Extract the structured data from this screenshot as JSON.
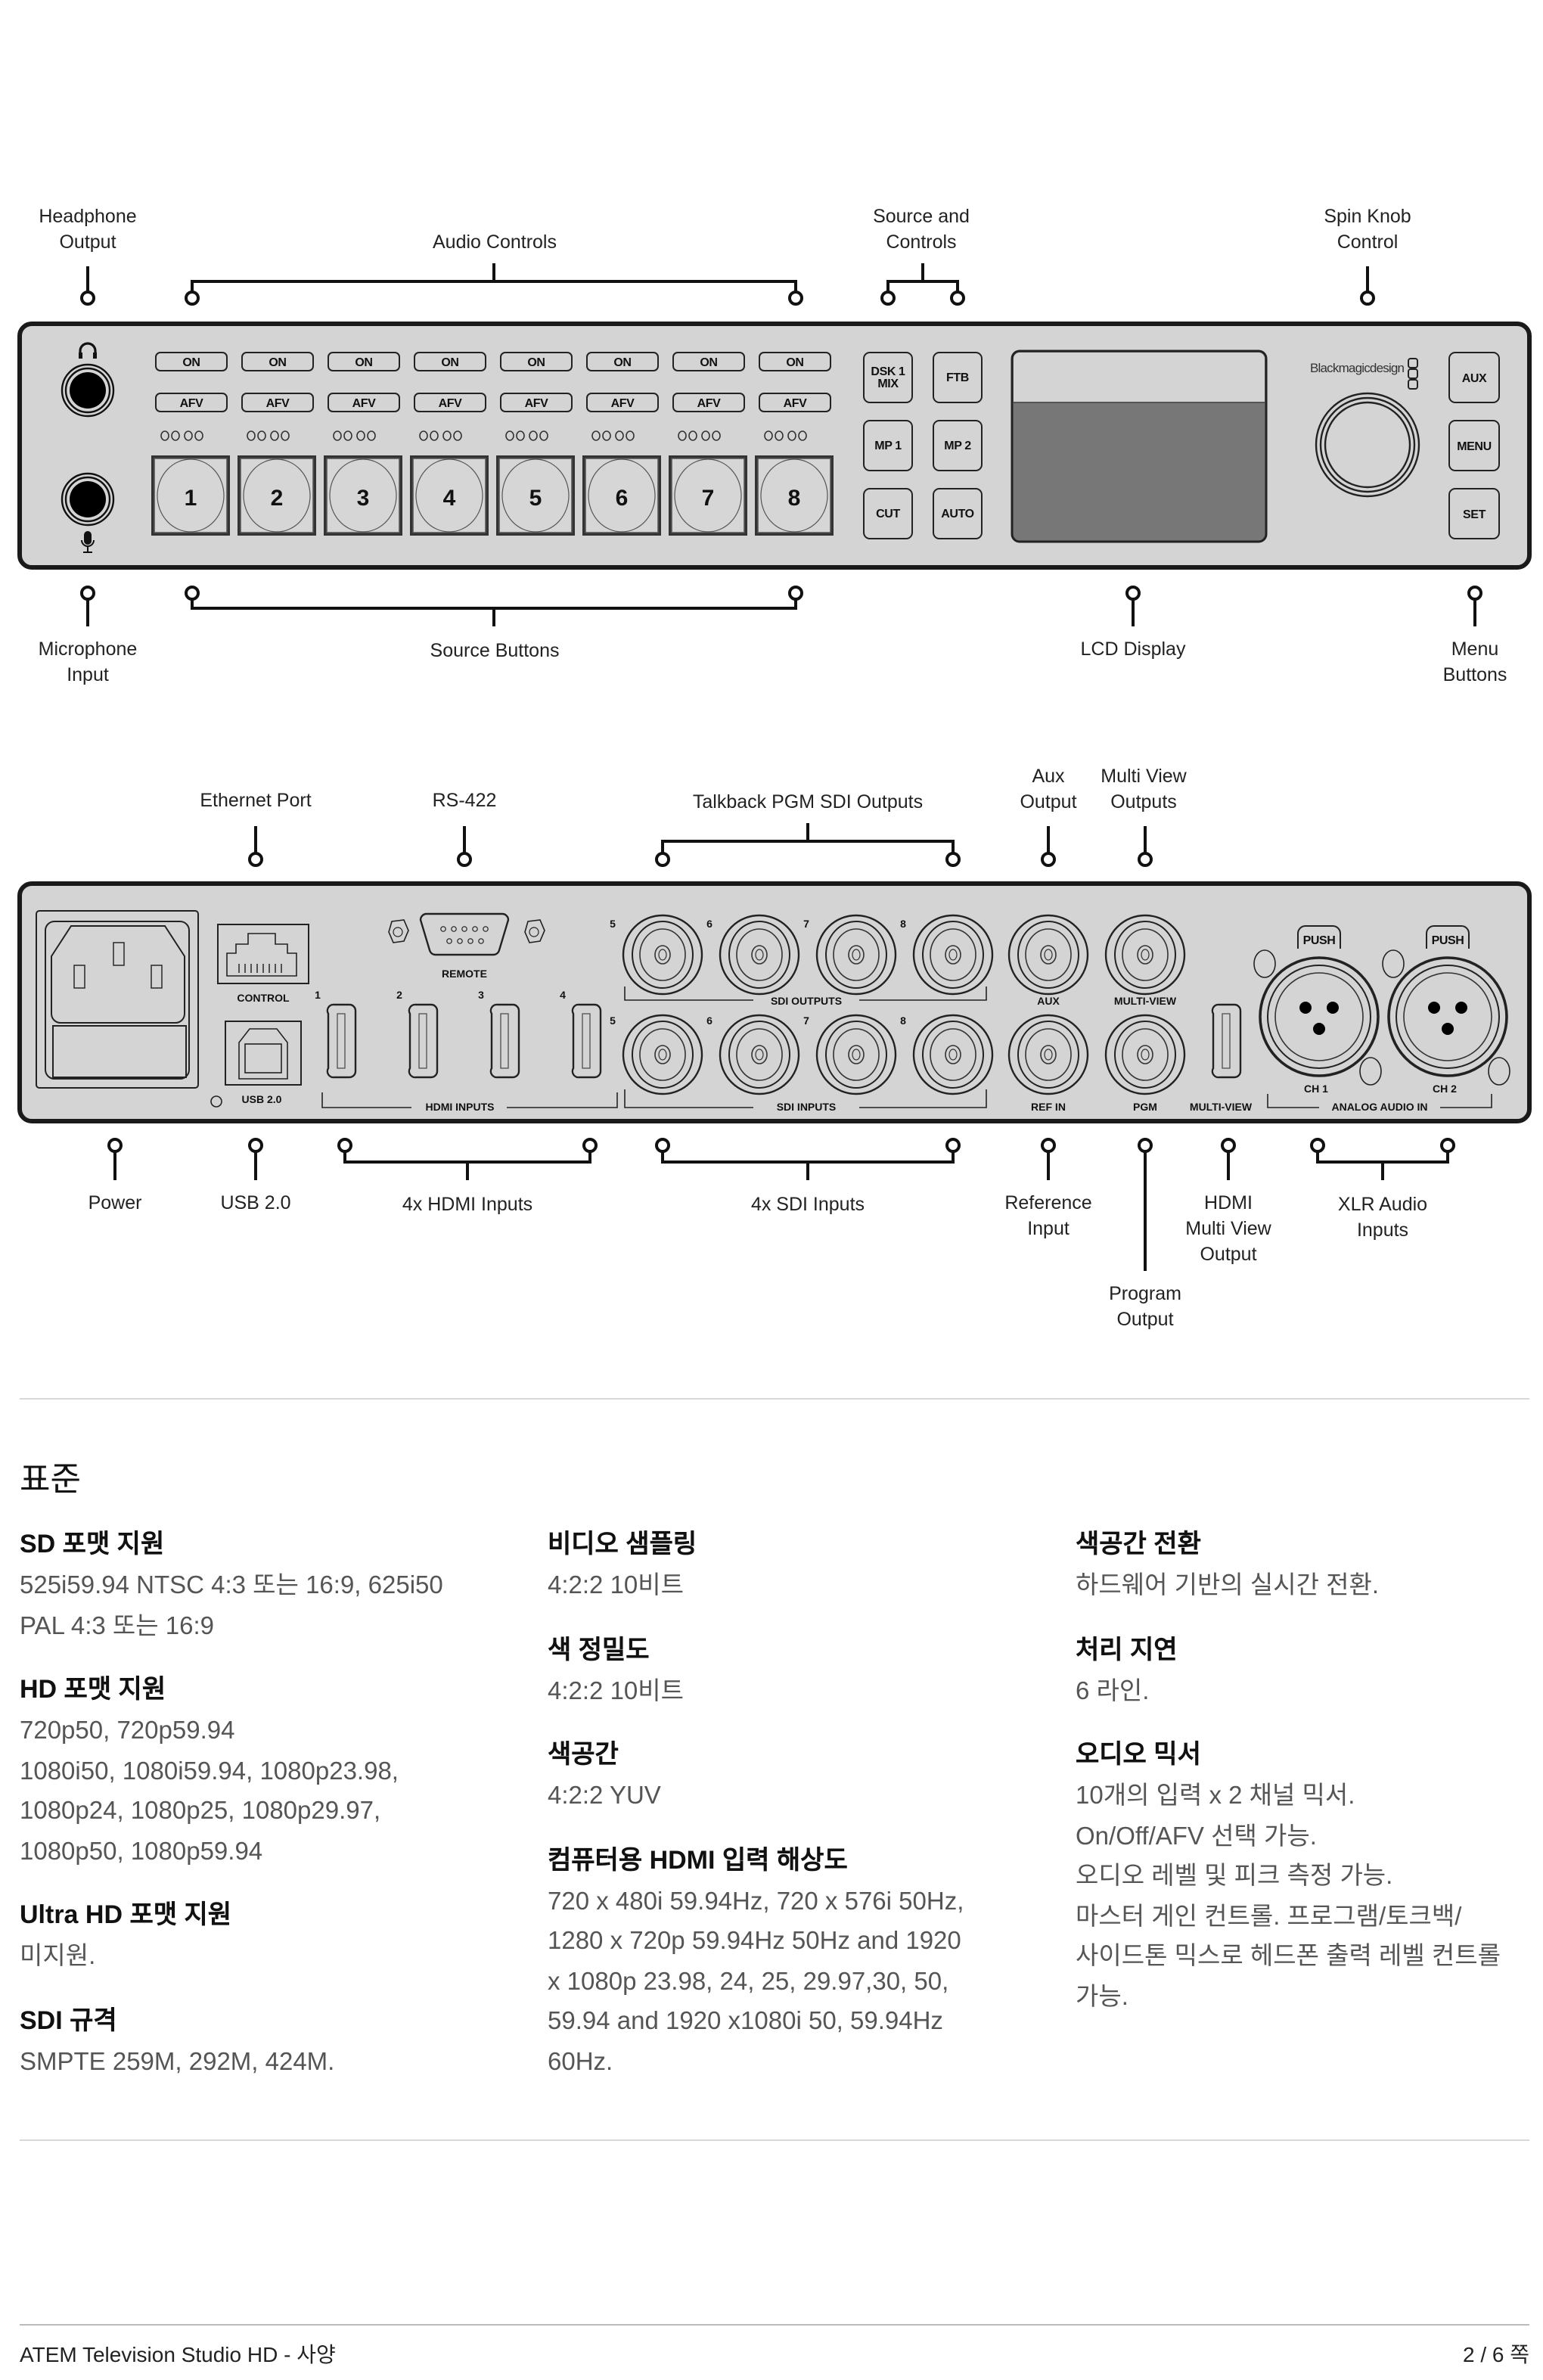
{
  "front_panel": {
    "callouts": {
      "headphone": [
        "Headphone",
        "Output"
      ],
      "audio_controls": "Audio Controls",
      "source_controls": [
        "Source and",
        "Controls"
      ],
      "spin_knob": [
        "Spin Knob",
        "Control"
      ],
      "microphone": [
        "Microphone",
        "Input"
      ],
      "source_buttons": "Source Buttons",
      "lcd": "LCD Display",
      "menu_buttons": [
        "Menu",
        "Buttons"
      ]
    },
    "channels": [
      {
        "on": "ON",
        "afv": "AFV",
        "num": "1"
      },
      {
        "on": "ON",
        "afv": "AFV",
        "num": "2"
      },
      {
        "on": "ON",
        "afv": "AFV",
        "num": "3"
      },
      {
        "on": "ON",
        "afv": "AFV",
        "num": "4"
      },
      {
        "on": "ON",
        "afv": "AFV",
        "num": "5"
      },
      {
        "on": "ON",
        "afv": "AFV",
        "num": "6"
      },
      {
        "on": "ON",
        "afv": "AFV",
        "num": "7"
      },
      {
        "on": "ON",
        "afv": "AFV",
        "num": "8"
      }
    ],
    "control_buttons": [
      {
        "lines": [
          "DSK 1",
          "MIX"
        ]
      },
      {
        "lines": [
          "FTB"
        ]
      },
      {
        "lines": [
          "MP 1"
        ]
      },
      {
        "lines": [
          "MP 2"
        ]
      },
      {
        "lines": [
          "CUT"
        ]
      },
      {
        "lines": [
          "AUTO"
        ]
      }
    ],
    "brand": "Blackmagicdesign",
    "menu_buttons": [
      "AUX",
      "MENU",
      "SET"
    ]
  },
  "rear_panel": {
    "callouts": {
      "ethernet": "Ethernet Port",
      "rs422": "RS-422",
      "talkback": "Talkback PGM SDI Outputs",
      "aux_output": [
        "Aux",
        "Output"
      ],
      "multiview_outputs": [
        "Multi View",
        "Outputs"
      ],
      "power": "Power",
      "usb": "USB 2.0",
      "hdmi_inputs": "4x HDMI Inputs",
      "sdi_inputs": "4x SDI Inputs",
      "reference": [
        "Reference",
        "Input"
      ],
      "hdmi_multiview": [
        "HDMI",
        "Multi View",
        "Output"
      ],
      "program": [
        "Program",
        "Output"
      ],
      "xlr": [
        "XLR Audio",
        "Inputs"
      ]
    },
    "panel_labels": {
      "control": "CONTROL",
      "usb": "USB 2.0",
      "remote": "REMOTE",
      "hdmi_inputs": "HDMI INPUTS",
      "sdi_outputs": "SDI OUTPUTS",
      "sdi_inputs": "SDI INPUTS",
      "aux": "AUX",
      "multiview_top": "MULTI-VIEW",
      "ref_in": "REF IN",
      "pgm": "PGM",
      "multiview_hdmi": "MULTI-VIEW",
      "push": "PUSH",
      "ch1": "CH 1",
      "ch2": "CH 2",
      "analog_audio_in": "ANALOG AUDIO IN"
    },
    "hdmi_numbers": [
      "1",
      "2",
      "3",
      "4"
    ],
    "sdi_numbers": [
      "5",
      "6",
      "7",
      "8"
    ]
  },
  "specs": {
    "title": "표준",
    "columns": [
      [
        {
          "title": "SD 포맷 지원",
          "lines": [
            "525i59.94 NTSC 4:3 또는 16:9, 625i50",
            "PAL 4:3 또는 16:9"
          ]
        },
        {
          "title": "HD 포맷 지원",
          "lines": [
            "720p50, 720p59.94",
            "1080i50, 1080i59.94, 1080p23.98,",
            "1080p24, 1080p25, 1080p29.97,",
            "1080p50, 1080p59.94"
          ]
        },
        {
          "title": "Ultra HD 포맷 지원",
          "lines": [
            "미지원."
          ]
        },
        {
          "title": "SDI 규격",
          "lines": [
            "SMPTE 259M, 292M, 424M."
          ]
        }
      ],
      [
        {
          "title": "비디오 샘플링",
          "lines": [
            "4:2:2 10비트"
          ]
        },
        {
          "title": "색 정밀도",
          "lines": [
            "4:2:2 10비트"
          ]
        },
        {
          "title": "색공간",
          "lines": [
            "4:2:2 YUV"
          ]
        },
        {
          "title": "컴퓨터용 HDMI 입력 해상도",
          "lines": [
            "720 x 480i 59.94Hz, 720 x 576i 50Hz,",
            "1280 x 720p 59.94Hz 50Hz and 1920",
            "x 1080p 23.98, 24, 25, 29.97,30, 50,",
            "59.94 and 1920 x1080i 50, 59.94Hz",
            "60Hz."
          ]
        }
      ],
      [
        {
          "title": "색공간 전환",
          "lines": [
            "하드웨어 기반의 실시간 전환."
          ]
        },
        {
          "title": "처리 지연",
          "lines": [
            "6 라인."
          ]
        },
        {
          "title": "오디오 믹서",
          "lines": [
            "10개의 입력 x 2 채널 믹서.",
            "On/Off/AFV 선택 가능.",
            "오디오 레벨 및 피크 측정 가능.",
            "마스터 게인 컨트롤. 프로그램/토크백/",
            "사이드톤 믹스로 헤드폰 출력 레벨 컨트롤",
            "가능."
          ]
        }
      ]
    ]
  },
  "footer": {
    "document_title": "ATEM Television Studio HD - 사양",
    "page": "2 / 6 쪽"
  },
  "colors": {
    "panel_fill": "#d4d4d4",
    "outline": "#1a1a1a",
    "lcd_screen": "#777777",
    "body_text": "#555555"
  }
}
